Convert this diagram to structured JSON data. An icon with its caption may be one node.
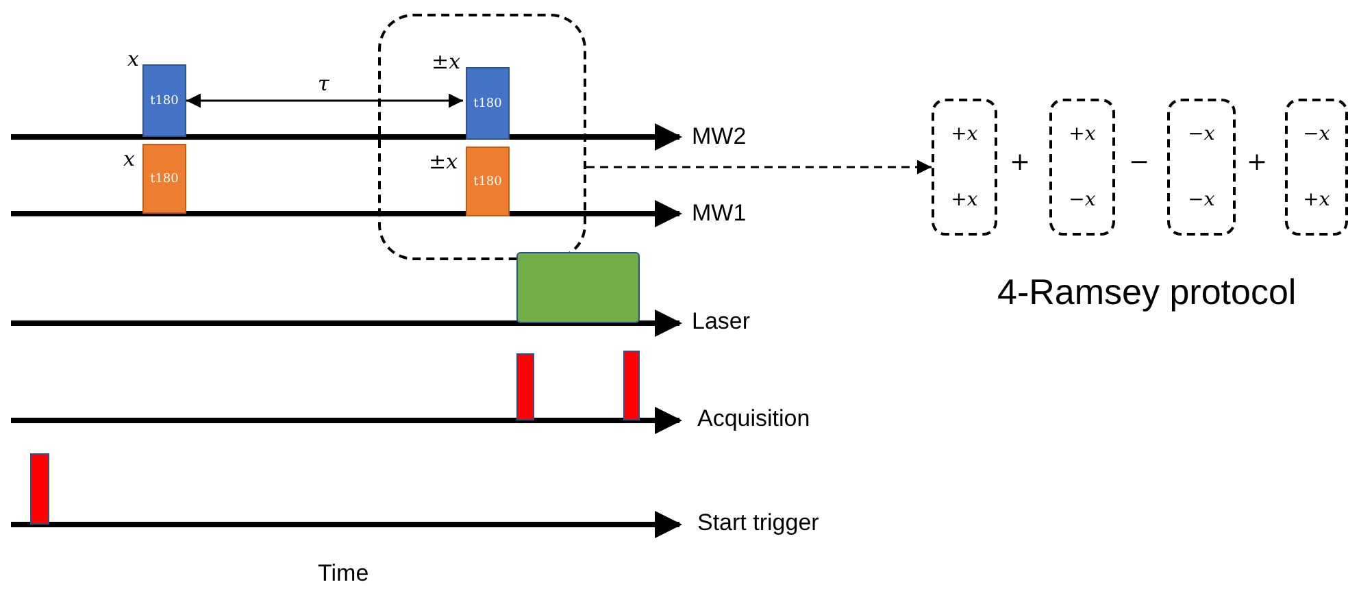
{
  "diagram": {
    "nodes": [
      {
        "text": [
          "t180"
        ],
        "beside": [
          "x"
        ]
      },
      {
        "text": [
          "t180"
        ],
        "beside": [
          "x"
        ]
      },
      {
        "text": [],
        "shape": "box"
      },
      {
        "text": [
          "t180"
        ],
        "beside": [
          "±x"
        ],
        "in": 2
      },
      {
        "text": [
          "t180"
        ],
        "beside": [
          "±x"
        ],
        "in": 2
      },
      {
        "text": [],
        "shape": "box"
      },
      {
        "text": [],
        "shape": "bar"
      },
      {
        "text": [],
        "shape": "bar"
      },
      {
        "text": [],
        "shape": "bar"
      },
      {
        "text": [
          "+x",
          "+x"
        ]
      },
      {
        "text": [
          "+x",
          "−x"
        ]
      },
      {
        "text": [
          "−x",
          "−x"
        ]
      },
      {
        "text": [
          "−x",
          "+x"
        ]
      }
    ],
    "edges": [
      {
        "from": 0,
        "to": 3,
        "arrow": "both",
        "label": "τ"
      },
      {
        "from": 2,
        "to": 9,
        "arrow": "to",
        "style": "dashed"
      }
    ],
    "labels": [
      "MW2",
      "MW1",
      "Laser",
      "Acquisition",
      "Start trigger",
      "Time",
      "+",
      "−",
      "+",
      "4-Ramsey protocol"
    ]
  }
}
